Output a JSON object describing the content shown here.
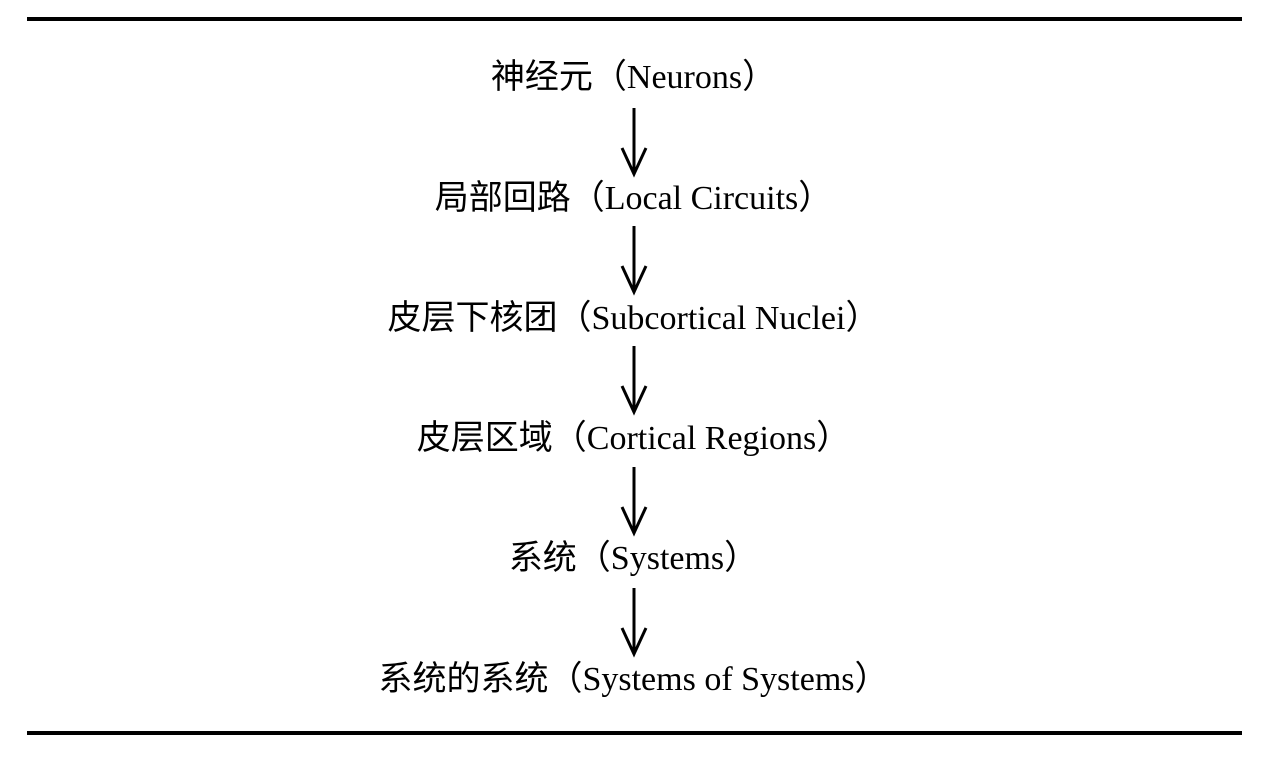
{
  "diagram": {
    "levels": [
      {
        "label": "神经元（Neurons）"
      },
      {
        "label": "局部回路（Local Circuits）"
      },
      {
        "label": "皮层下核团（Subcortical Nuclei）"
      },
      {
        "label": "皮层区域（Cortical Regions）"
      },
      {
        "label": "系统（Systems）"
      },
      {
        "label": "系统的系统（Systems of Systems）"
      }
    ],
    "arrow_color": "#000000"
  }
}
